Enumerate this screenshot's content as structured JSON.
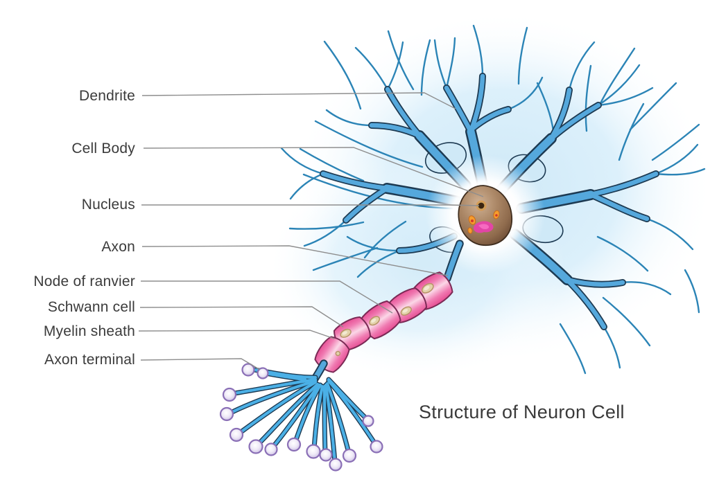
{
  "diagram": {
    "title": "Structure of Neuron Cell",
    "labels": [
      {
        "id": "dendrite",
        "text": "Dendrite"
      },
      {
        "id": "cell-body",
        "text": "Cell Body"
      },
      {
        "id": "nucleus",
        "text": "Nucleus"
      },
      {
        "id": "axon",
        "text": "Axon"
      },
      {
        "id": "node-of-ranvier",
        "text": "Node of ranvier"
      },
      {
        "id": "schwann-cell",
        "text": "Schwann cell"
      },
      {
        "id": "myelin-sheath",
        "text": "Myelin sheath"
      },
      {
        "id": "axon-terminal",
        "text": "Axon terminal"
      }
    ],
    "colors": {
      "dendrite_fill": "#55a8dc",
      "dendrite_outline": "#1d3a52",
      "background_glow": "#d4ecf9",
      "myelin_pink": "#ee5c9e",
      "myelin_light": "#fbd7e7",
      "nucleus_brown": "#a5825f",
      "nucleolus_dark": "#3a2410",
      "organelle_orange": "#f59d2e",
      "nucleolus_pink": "#ea3fae",
      "schwann_spot_tan": "#e3d2ab",
      "terminal_bulb_lavender": "#cfc3e6",
      "leader_line_gray": "#8e8e8e",
      "label_text": "#3b3b3b"
    }
  }
}
